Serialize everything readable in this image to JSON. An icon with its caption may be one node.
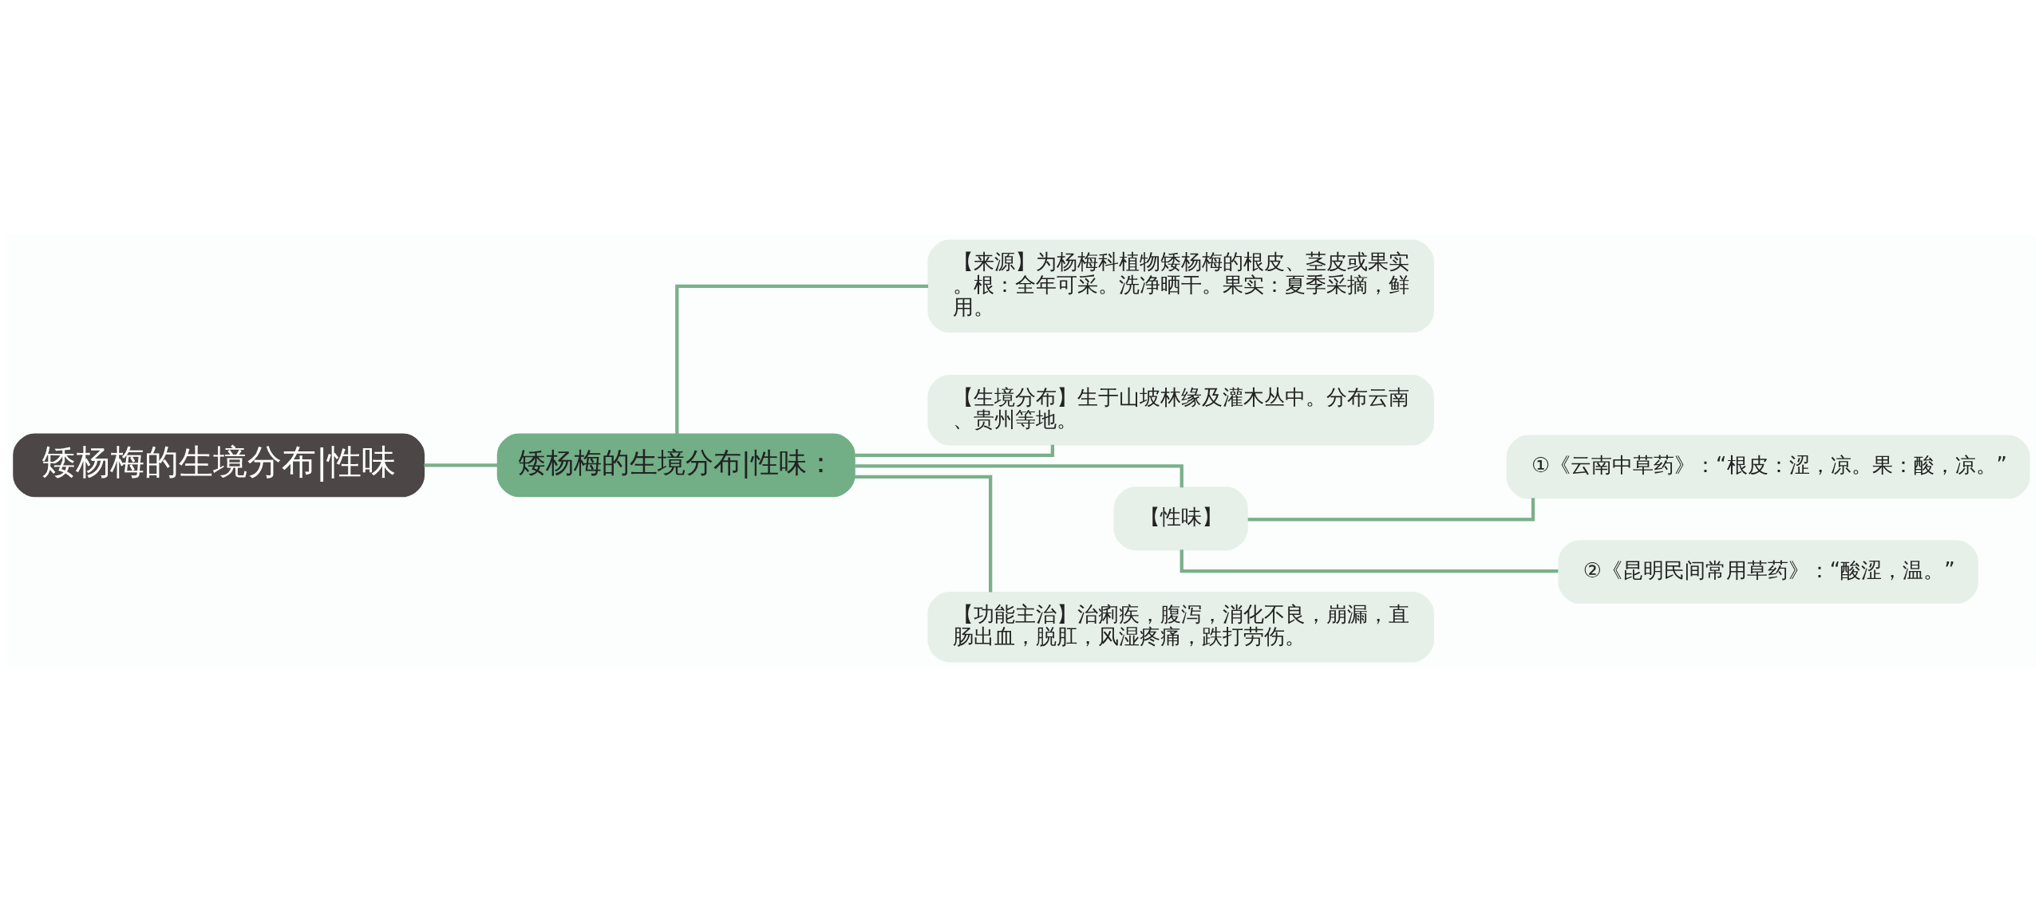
{
  "diagram": {
    "nodes": [
      {
        "text": [
          "矮杨梅的生境分布|性味"
        ]
      },
      {
        "text": [
          "矮杨梅的生境分布|性味："
        ]
      },
      {
        "text": [
          "【来源】为杨梅科植物矮杨梅的根皮、茎皮或果实。根：全年可采。洗净晒干。果实：夏季采摘，鲜用。"
        ]
      },
      {
        "text": [
          "【生境分布】生于山坡林缘及灌木丛中。分布云南、贵州等地。"
        ]
      },
      {
        "text": [
          "【性味】"
        ]
      },
      {
        "text": [
          "①《云南中草药》：“根皮：涩，凉。果：酸，凉。”"
        ]
      },
      {
        "text": [
          "②《昆明民间常用草药》：“酸涩，温。”"
        ]
      },
      {
        "text": [
          "【功能主治】治痢疾，腹泻，消化不良，崩漏，直肠出血，脱肛，风湿疼痛，跌打劳伤。"
        ]
      }
    ],
    "edges": [
      {
        "from": 0,
        "to": 1,
        "arrow": "none"
      },
      {
        "from": 1,
        "to": 2,
        "arrow": "none"
      },
      {
        "from": 1,
        "to": 3,
        "arrow": "none"
      },
      {
        "from": 1,
        "to": 4,
        "arrow": "none"
      },
      {
        "from": 4,
        "to": 5,
        "arrow": "none"
      },
      {
        "from": 4,
        "to": 6,
        "arrow": "none"
      },
      {
        "from": 1,
        "to": 7,
        "arrow": "none"
      }
    ]
  }
}
